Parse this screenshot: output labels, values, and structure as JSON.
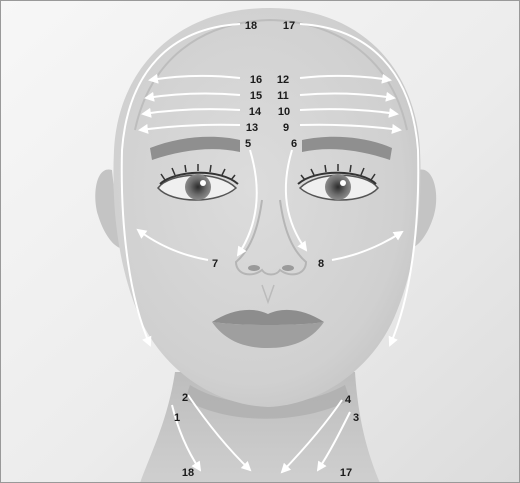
{
  "diagram": {
    "labels": [
      {
        "id": "18",
        "text": "18"
      },
      {
        "id": "17",
        "text": "17"
      },
      {
        "id": "16",
        "text": "16"
      },
      {
        "id": "12",
        "text": "12"
      },
      {
        "id": "15",
        "text": "15"
      },
      {
        "id": "11",
        "text": "11"
      },
      {
        "id": "14",
        "text": "14"
      },
      {
        "id": "10",
        "text": "10"
      },
      {
        "id": "13",
        "text": "13"
      },
      {
        "id": "9",
        "text": "9"
      },
      {
        "id": "5",
        "text": "5"
      },
      {
        "id": "6",
        "text": "6"
      },
      {
        "id": "7",
        "text": "7"
      },
      {
        "id": "8",
        "text": "8"
      },
      {
        "id": "2",
        "text": "2"
      },
      {
        "id": "1",
        "text": "1"
      },
      {
        "id": "4",
        "text": "4"
      },
      {
        "id": "3",
        "text": "3"
      },
      {
        "id": "18b",
        "text": "18"
      },
      {
        "id": "17b",
        "text": "17"
      }
    ]
  }
}
